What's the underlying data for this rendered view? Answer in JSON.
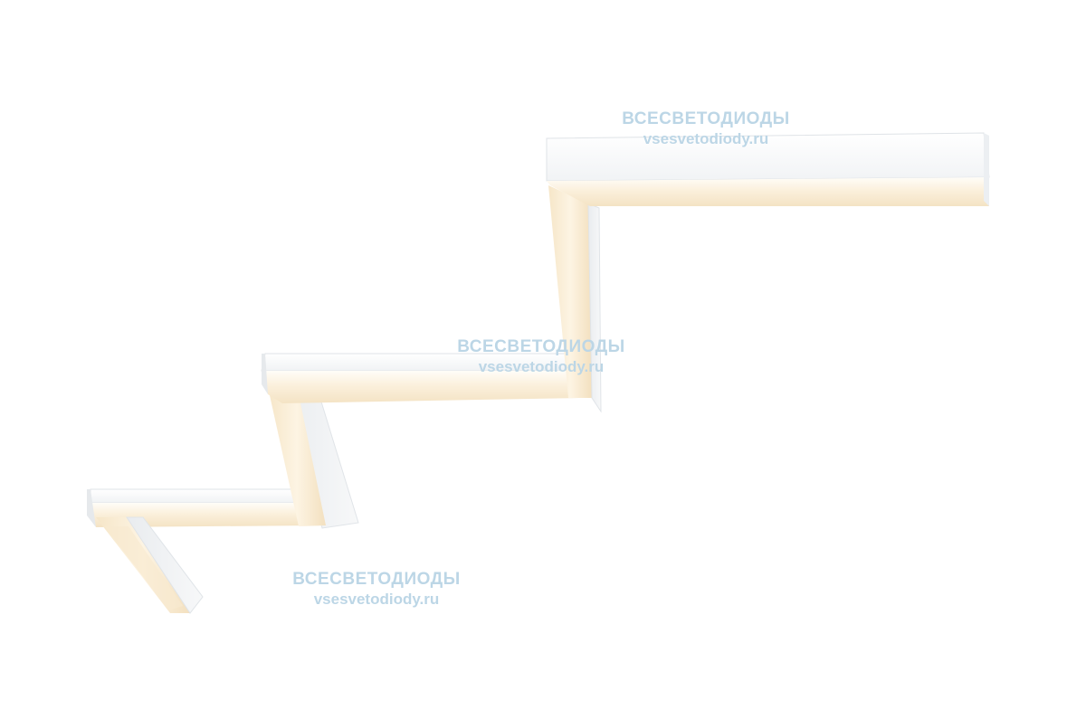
{
  "product": {
    "type": "zigzag LED linear luminaire",
    "body_color": "#fafbfc",
    "glow_color": "#fbefd9",
    "shadow_color": "#e4e7ea"
  },
  "watermarks": [
    {
      "line1": "ВСЕСВЕТОДИОДЫ",
      "line2": "vsesvetodiody.ru"
    },
    {
      "line1": "ВСЕСВЕТОДИОДЫ",
      "line2": "vsesvetodiody.ru"
    },
    {
      "line1": "ВСЕСВЕТОДИОДЫ",
      "line2": "vsesvetodiody.ru"
    }
  ],
  "watermark_color": "#bcd6e6"
}
